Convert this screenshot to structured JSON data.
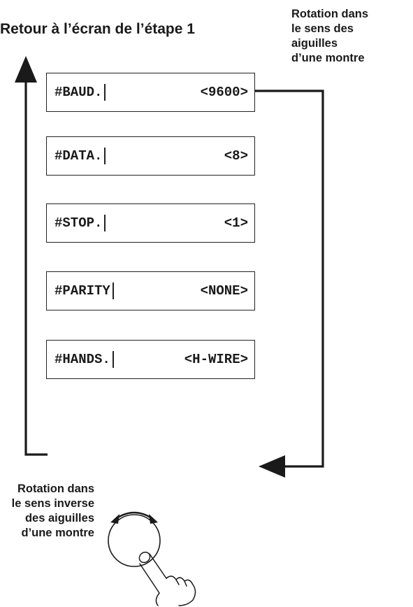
{
  "heading": "Retour à l’écran de l’étape 1",
  "notes": {
    "clockwise": [
      "Rotation dans",
      "le sens des",
      "aiguilles",
      "d’une montre"
    ],
    "counterclockwise": [
      "Rotation dans",
      "le sens inverse",
      "des aiguilles",
      "d’une montre"
    ]
  },
  "screens": [
    {
      "label": "#BAUD.",
      "value": "<9600>"
    },
    {
      "label": "#DATA.",
      "value": "<8>"
    },
    {
      "label": "#STOP.",
      "value": "<1>"
    },
    {
      "label": "#PARITY",
      "value": "<NONE>"
    },
    {
      "label": "#HANDS.",
      "value": "<H-WIRE>"
    }
  ],
  "icons": {
    "knob": "rotary-knob-icon",
    "hand": "pointing-hand-icon",
    "rotate": "rotate-arrows-icon"
  }
}
